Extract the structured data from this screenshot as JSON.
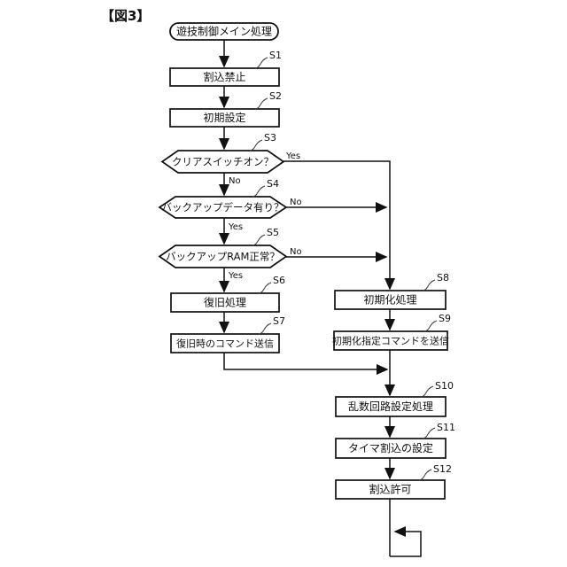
{
  "figure_label": "【図3】",
  "start_label": "遊技制御メイン処理",
  "steps": {
    "s1": {
      "tag": "S1",
      "label": "割込禁止"
    },
    "s2": {
      "tag": "S2",
      "label": "初期設定"
    },
    "s3": {
      "tag": "S3",
      "label": "クリアスイッチオン？",
      "yes": "Yes",
      "no": "No"
    },
    "s4": {
      "tag": "S4",
      "label": "バックアップデータ有り？",
      "yes": "Yes",
      "no": "No"
    },
    "s5": {
      "tag": "S5",
      "label": "バックアップRAM正常？",
      "yes": "Yes",
      "no": "No"
    },
    "s6": {
      "tag": "S6",
      "label": "復旧処理"
    },
    "s7": {
      "tag": "S7",
      "label": "復旧時のコマンド送信"
    },
    "s8": {
      "tag": "S8",
      "label": "初期化処理"
    },
    "s9": {
      "tag": "S9",
      "label": "初期化指定コマンドを送信"
    },
    "s10": {
      "tag": "S10",
      "label": "乱数回路設定処理"
    },
    "s11": {
      "tag": "S11",
      "label": "タイマ割込の設定"
    },
    "s12": {
      "tag": "S12",
      "label": "割込許可"
    }
  },
  "colors": {
    "line": "#111111",
    "background": "#ffffff"
  }
}
